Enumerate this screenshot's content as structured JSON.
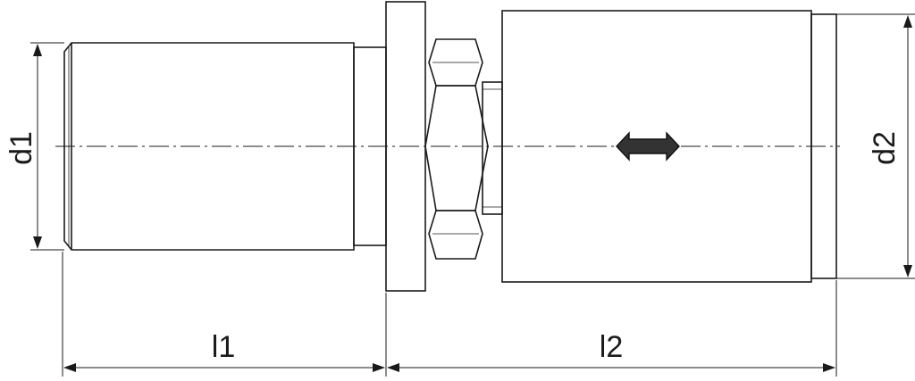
{
  "labels": {
    "d1": "d1",
    "d2": "d2",
    "l1": "l1",
    "l2": "l2"
  },
  "colors": {
    "stroke": "#1a1a1a",
    "background": "#ffffff",
    "arrow_fill": "#333333"
  }
}
